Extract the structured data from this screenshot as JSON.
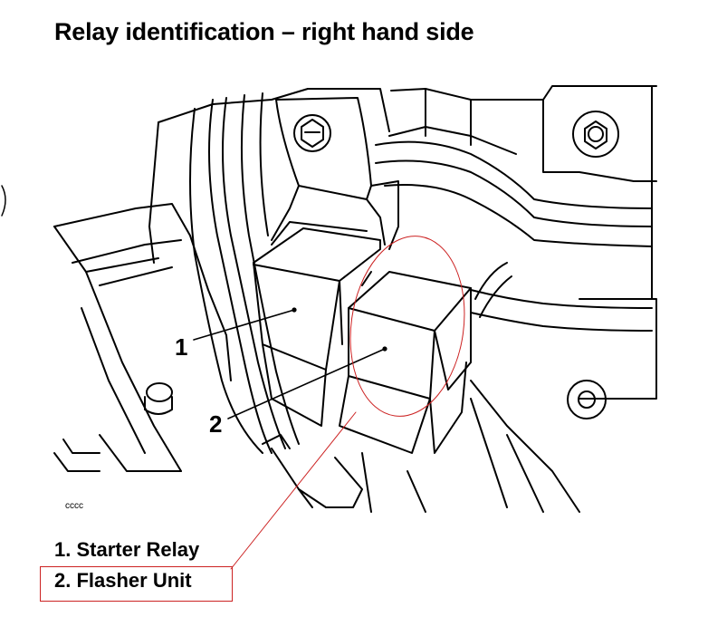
{
  "title": "Relay identification – right hand side",
  "callouts": {
    "one": "1",
    "two": "2"
  },
  "figure_code": "cccc",
  "legend": [
    {
      "text": "1. Starter Relay"
    },
    {
      "text": "2. Flasher Unit"
    }
  ],
  "colors": {
    "highlight": "#cc2222",
    "line": "#000000"
  }
}
